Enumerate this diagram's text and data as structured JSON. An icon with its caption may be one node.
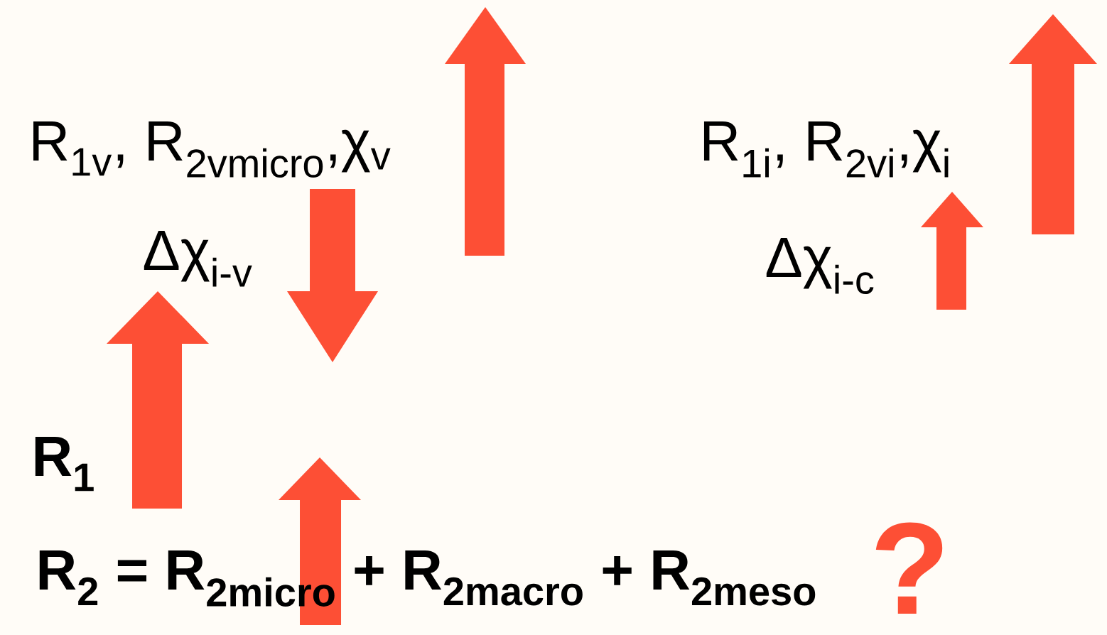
{
  "diagram": {
    "labels": [
      "R$_{1v}$, R$_{2vmicro}$,χ$_{v}$",
      "Δχ$_{i-v}$",
      "R$_{1i}$, R$_{2vi}$,χ$_{i}$",
      "Δχ$_{i-c}$",
      "R$_{1}$",
      "R$_{2}$ = R$_{2micro}$ + R$_{2macro}$ + R$_{2meso}$",
      "?"
    ]
  }
}
